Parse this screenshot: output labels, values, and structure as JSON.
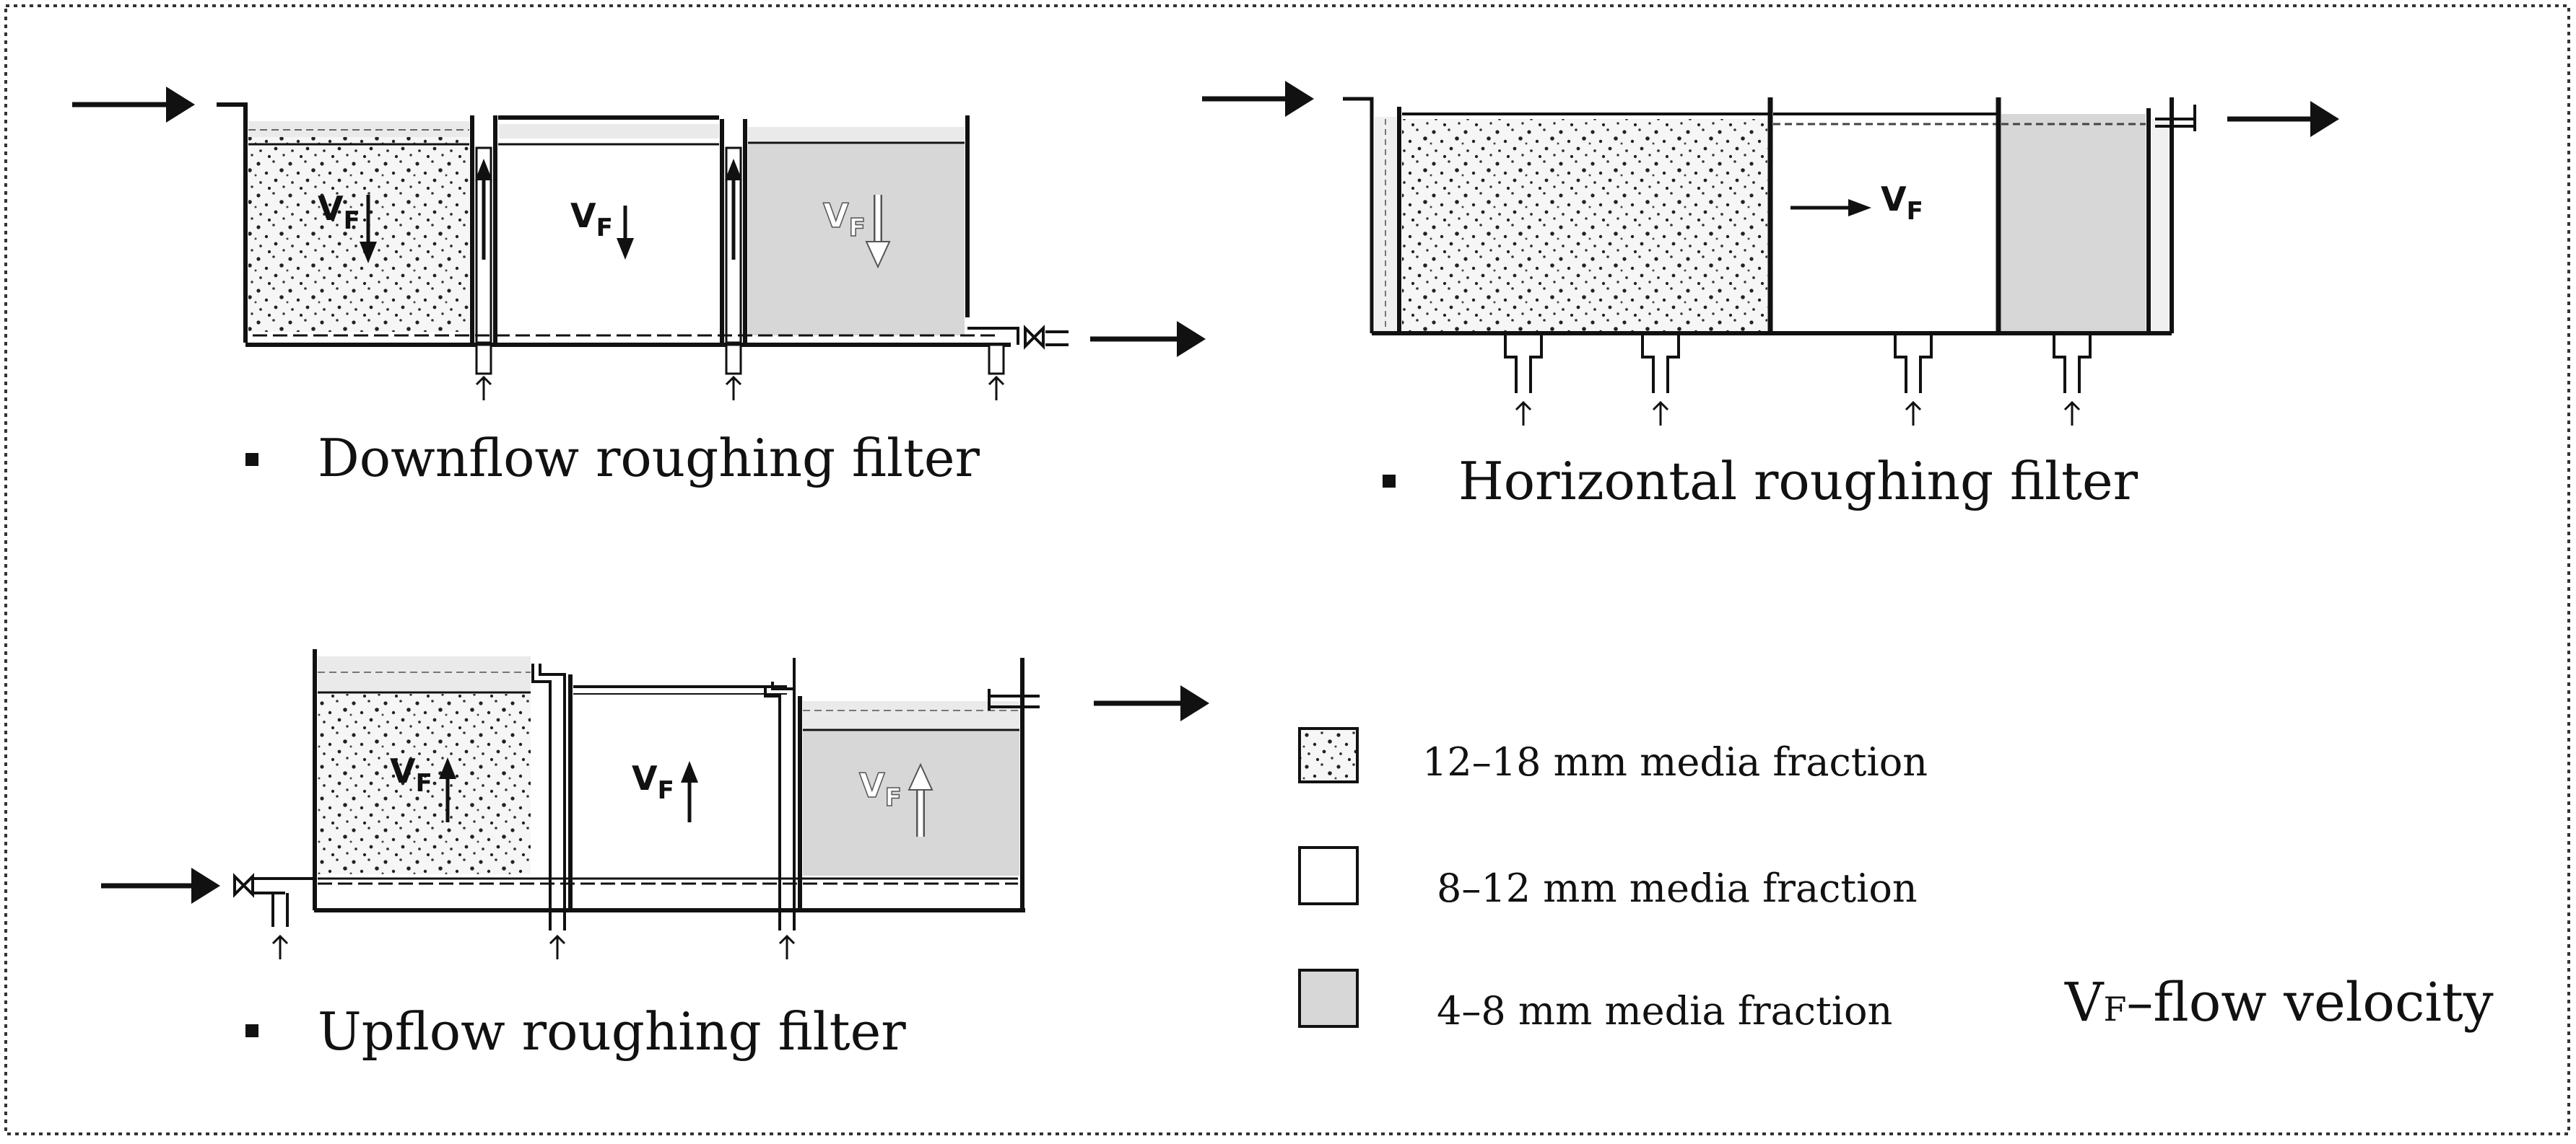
{
  "diagrams": {
    "downflow": {
      "caption": "Downflow roughing filter"
    },
    "horizontal": {
      "caption": "Horizontal roughing filter"
    },
    "upflow": {
      "caption": "Upflow roughing filter"
    }
  },
  "velocity_symbol": {
    "main": "V",
    "sub": "F"
  },
  "legend": {
    "items": [
      {
        "label": "12–18 mm media fraction",
        "fill": "#f5f5f5",
        "pattern": "dots"
      },
      {
        "label": "8–12 mm media fraction",
        "fill": "#ffffff",
        "pattern": "none"
      },
      {
        "label": "4–8 mm media fraction",
        "fill": "#d7d7d7",
        "pattern": "none"
      }
    ],
    "velocity_note": {
      "symbol": "V",
      "sub": "F",
      "text": "–flow velocity"
    }
  },
  "colors": {
    "line": "#111111",
    "gravel": "#f6f6f6",
    "fine": "#d7d7d7",
    "frame": "#333333"
  }
}
